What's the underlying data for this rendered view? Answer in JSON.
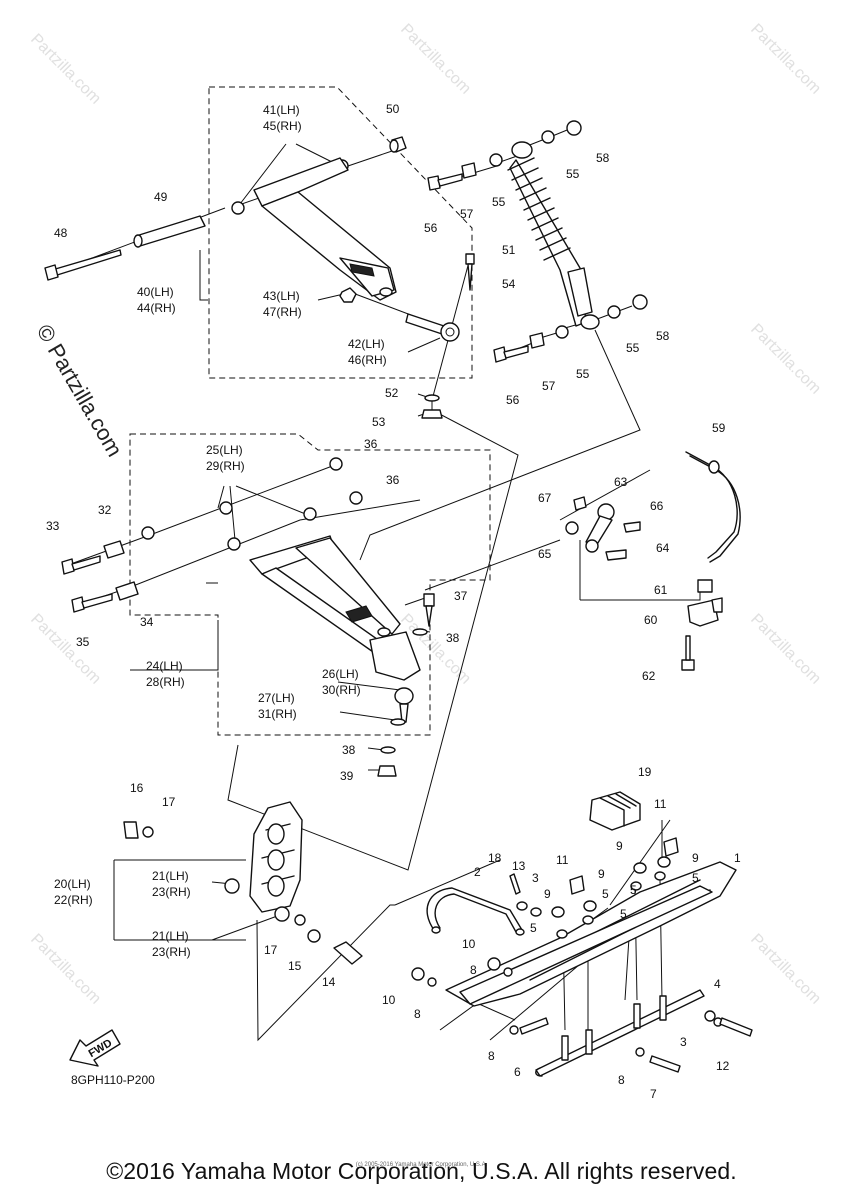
{
  "watermark": {
    "site": "Partzilla.com",
    "vertical": "© Partzilla.com"
  },
  "diagram_code": "8GPH110-P200",
  "fwd_label": "FWD",
  "copyright": "©2016 Yamaha Motor Corporation, U.S.A. All rights reserved.",
  "small_copyright": "(c) 2005-2016 Yamaha Motor Corporation, U.S.A.",
  "callouts": {
    "c1": "1",
    "c2": "2",
    "c3a": "3",
    "c3b": "3",
    "c4": "4",
    "c5a": "5",
    "c5b": "5",
    "c5c": "5",
    "c5d": "5",
    "c5e": "5",
    "c6": "6",
    "c7": "7",
    "c8a": "8",
    "c8b": "8",
    "c8c": "8",
    "c8d": "8",
    "c9a": "9",
    "c9b": "9",
    "c9c": "9",
    "c9d": "9",
    "c10a": "10",
    "c10b": "10",
    "c11a": "11",
    "c11b": "11",
    "c12": "12",
    "c13": "13",
    "c14": "14",
    "c15": "15",
    "c16": "16",
    "c17a": "17",
    "c17b": "17",
    "c18": "18",
    "c19": "19",
    "c20": "20(LH)",
    "c22": "22(RH)",
    "c21a": "21(LH)",
    "c23a": "23(RH)",
    "c21b": "21(LH)",
    "c23b": "23(RH)",
    "c24": "24(LH)",
    "c28": "28(RH)",
    "c25": "25(LH)",
    "c29": "29(RH)",
    "c26": "26(LH)",
    "c30": "30(RH)",
    "c27": "27(LH)",
    "c31": "31(RH)",
    "c32": "32",
    "c33": "33",
    "c34": "34",
    "c35": "35",
    "c36a": "36",
    "c36b": "36",
    "c37": "37",
    "c38a": "38",
    "c38b": "38",
    "c39": "39",
    "c40": "40(LH)",
    "c44": "44(RH)",
    "c41": "41(LH)",
    "c45": "45(RH)",
    "c42": "42(LH)",
    "c46": "46(RH)",
    "c43": "43(LH)",
    "c47": "47(RH)",
    "c48": "48",
    "c49": "49",
    "c50": "50",
    "c51": "51",
    "c52": "52",
    "c53": "53",
    "c54": "54",
    "c55a": "55",
    "c55b": "55",
    "c55c": "55",
    "c55d": "55",
    "c56a": "56",
    "c56b": "56",
    "c57a": "57",
    "c57b": "57",
    "c58a": "58",
    "c58b": "58",
    "c59": "59",
    "c60": "60",
    "c61": "61",
    "c62": "62",
    "c63": "63",
    "c64": "64",
    "c65": "65",
    "c66": "66",
    "c67": "67"
  }
}
